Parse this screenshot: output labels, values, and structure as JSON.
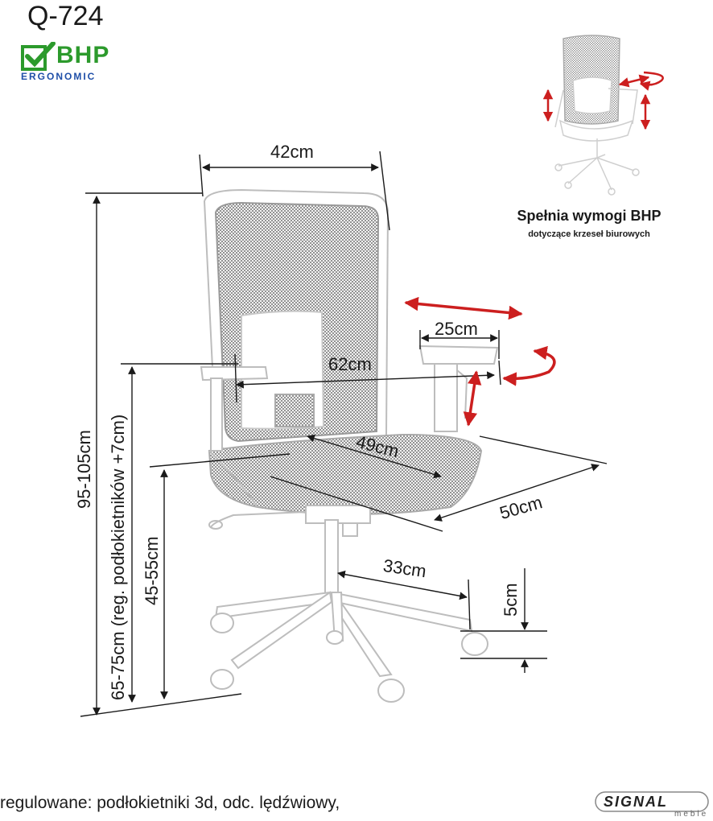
{
  "header": {
    "model": "Q-724",
    "logo_text": "BHP",
    "logo_subtext": "ERGONOMIC"
  },
  "requirements": {
    "title": "Spełnia wymogi BHP",
    "subtitle": "dotyczące krzeseł biurowych"
  },
  "dimensions": {
    "backrest_width": "42cm",
    "armrest_length": "25cm",
    "overall_width": "62cm",
    "seat_width": "49cm",
    "seat_depth": "50cm",
    "base_radius": "33cm",
    "wheel_height": "5cm",
    "total_height": "95-105cm",
    "armrest_height": "65-75cm (reg. podłokietników +7cm)",
    "seat_height": "45-55cm"
  },
  "footer": {
    "description": "regulowane: podłokietniki 3d, odc. lędźwiowy,",
    "brand": "SIGNAL",
    "brand_sub": "meble"
  },
  "colors": {
    "arrow_red": "#cc1f1f",
    "logo_green": "#2c9a2c",
    "logo_blue": "#1f4fa8"
  }
}
